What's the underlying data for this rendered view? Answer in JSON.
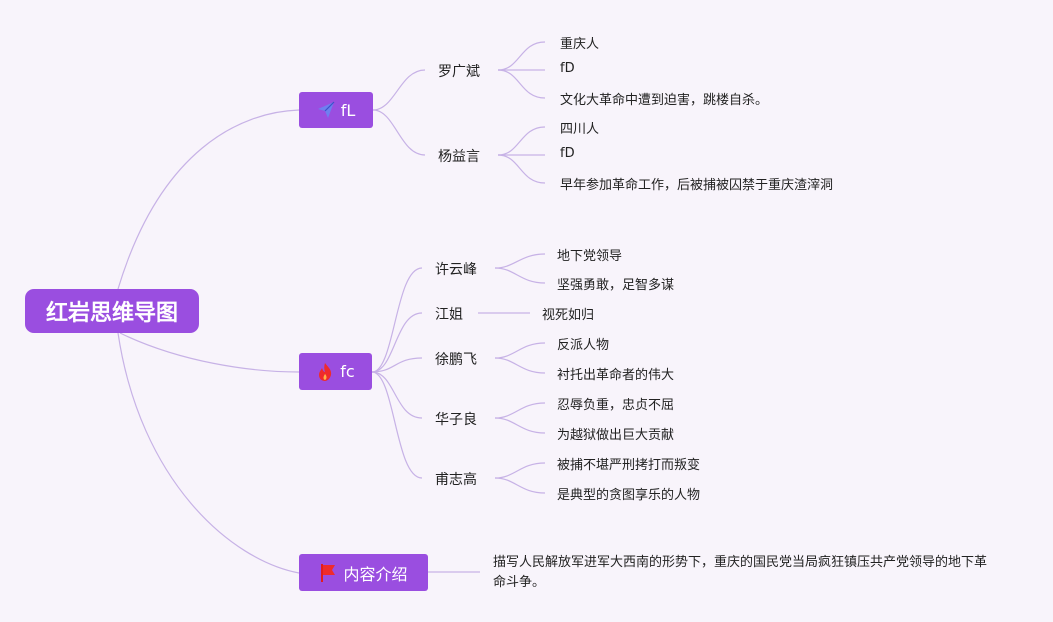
{
  "root": "红岩思维导图",
  "colors": {
    "node": "#9a4ee0",
    "link": "#c7b2e6",
    "background": "#f8f4fb"
  },
  "branches": [
    {
      "label": "fL",
      "icon": "paper-plane-icon",
      "children": [
        {
          "label": "罗广斌",
          "items": [
            "重庆人",
            "fD",
            "文化大革命中遭到迫害，跳楼自杀。"
          ]
        },
        {
          "label": "杨益言",
          "items": [
            "四川人",
            "fD",
            "早年参加革命工作，后被捕被囚禁于重庆渣滓洞"
          ]
        }
      ]
    },
    {
      "label": "fc",
      "icon": "fire-icon",
      "children": [
        {
          "label": "许云峰",
          "items": [
            "地下党领导",
            "坚强勇敢，足智多谋"
          ]
        },
        {
          "label": "江姐",
          "items": [
            "视死如归"
          ]
        },
        {
          "label": "徐鹏飞",
          "items": [
            "反派人物",
            "衬托出革命者的伟大"
          ]
        },
        {
          "label": "华子良",
          "items": [
            "忍辱负重，忠贞不屈",
            "为越狱做出巨大贡献"
          ]
        },
        {
          "label": "甫志高",
          "items": [
            "被捕不堪严刑拷打而叛变",
            "是典型的贪图享乐的人物"
          ]
        }
      ]
    },
    {
      "label": "内容介绍",
      "icon": "flag-icon",
      "text": "描写人民解放军进军大西南的形势下，重庆的国民党当局疯狂镇压共产党领导的地下革命斗争。"
    }
  ]
}
